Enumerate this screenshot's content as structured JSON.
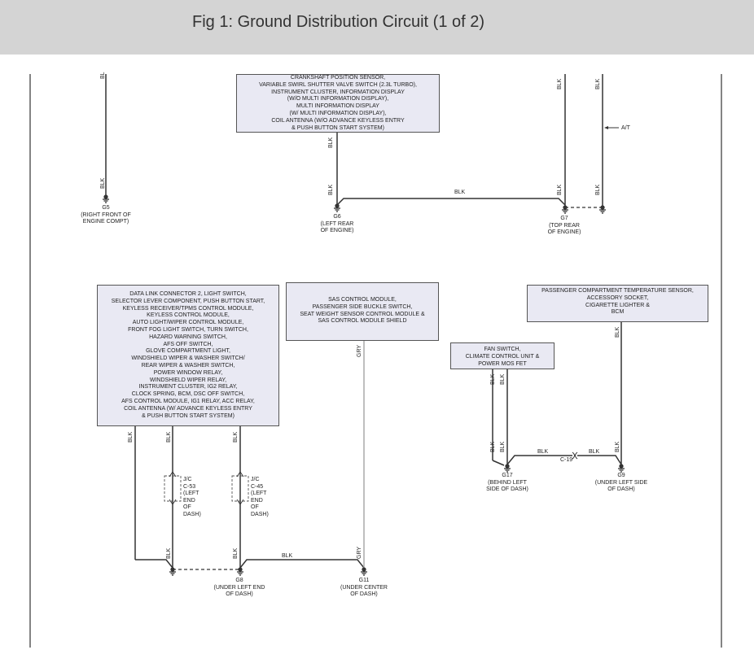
{
  "header": {
    "title": "Fig 1: Ground Distribution Circuit (1 of 2)"
  },
  "colors": {
    "header_bg": "#d4d4d4",
    "component_fill": "#e9e9f3",
    "wire": "#333333",
    "gry_wire": "#aaaaaa"
  },
  "components": {
    "top_mid": "CRANKSHAFT POSITION SENSOR,\nVARIABLE SWIRL SHUTTER VALVE SWITCH (2.3L TURBO),\nINSTRUMENT CLUSTER, INFORMATION DISPLAY\n(W/O MULTI INFORMATION DISPLAY),\nMULTI INFORMATION DISPLAY\n(W/ MULTI INFORMATION DISPLAY),\nCOIL ANTENNA (W/O ADVANCE KEYLESS ENTRY\n& PUSH BUTTON START SYSTEM)",
    "left_big": "DATA LINK CONNECTOR 2, LIGHT SWITCH,\nSELECTOR LEVER COMPONENT, PUSH BUTTON START,\nKEYLESS RECEIVER/TPMS CONTROL MODULE,\nKEYLESS CONTROL MODULE,\nAUTO LIGHT/WIPER CONTROL MODULE,\nFRONT FOG LIGHT SWITCH, TURN SWITCH,\nHAZARD WARNING SWITCH,\nAFS OFF SWITCH,\nGLOVE COMPARTMENT LIGHT,\nWINDSHIELD WIPER & WASHER SWITCH/\nREAR WIPER & WASHER SWITCH,\nPOWER WINDOW RELAY,\nWINDSHIELD WIPER RELAY,\nINSTRUMENT CLUSTER, IG2 RELAY,\nCLOCK SPRING, BCM, DSC OFF SWITCH,\nAFS CONTROL MODULE, IG1 RELAY, ACC RELAY,\nCOIL ANTENNA (W/ ADVANCE KEYLESS ENTRY\n& PUSH BUTTON START SYSTEM)",
    "sas": "SAS CONTROL MODULE,\nPASSENGER SIDE BUCKLE SWITCH,\nSEAT WEIGHT SENSOR CONTROL MODULE &\nSAS CONTROL MODULE SHIELD",
    "fan": "FAN SWITCH,\nCLIMATE CONTROL UNIT &\nPOWER MOS FET",
    "passenger": "PASSENGER COMPARTMENT TEMPERATURE SENSOR,\nACCESSORY SOCKET,\nCIGARETTE LIGHTER &\nBCM"
  },
  "grounds": {
    "g5": "G5\n(RIGHT FRONT OF\nENGINE COMPT)",
    "g6": "G6\n(LEFT REAR\nOF ENGINE)",
    "g7": "G7\n(TOP REAR\nOF ENGINE)",
    "g8": "G8\n(UNDER LEFT END\nOF DASH)",
    "g11": "G11\n(UNDER CENTER\nOF DASH)",
    "g17": "G17\n(BEHIND LEFT\nSIDE OF DASH)",
    "g9": "G9\n(UNDER LEFT SIDE\nOF DASH)"
  },
  "junctions": {
    "c53": "J/C\nC-53\n(LEFT END\nOF DASH)",
    "c45": "J/C\nC-45\n(LEFT END\nOF DASH)"
  },
  "wire_colors": {
    "blk": "BLK",
    "gry": "GRY",
    "bl": "BL"
  },
  "notes": {
    "at": "A/T",
    "c19": "C-19"
  }
}
